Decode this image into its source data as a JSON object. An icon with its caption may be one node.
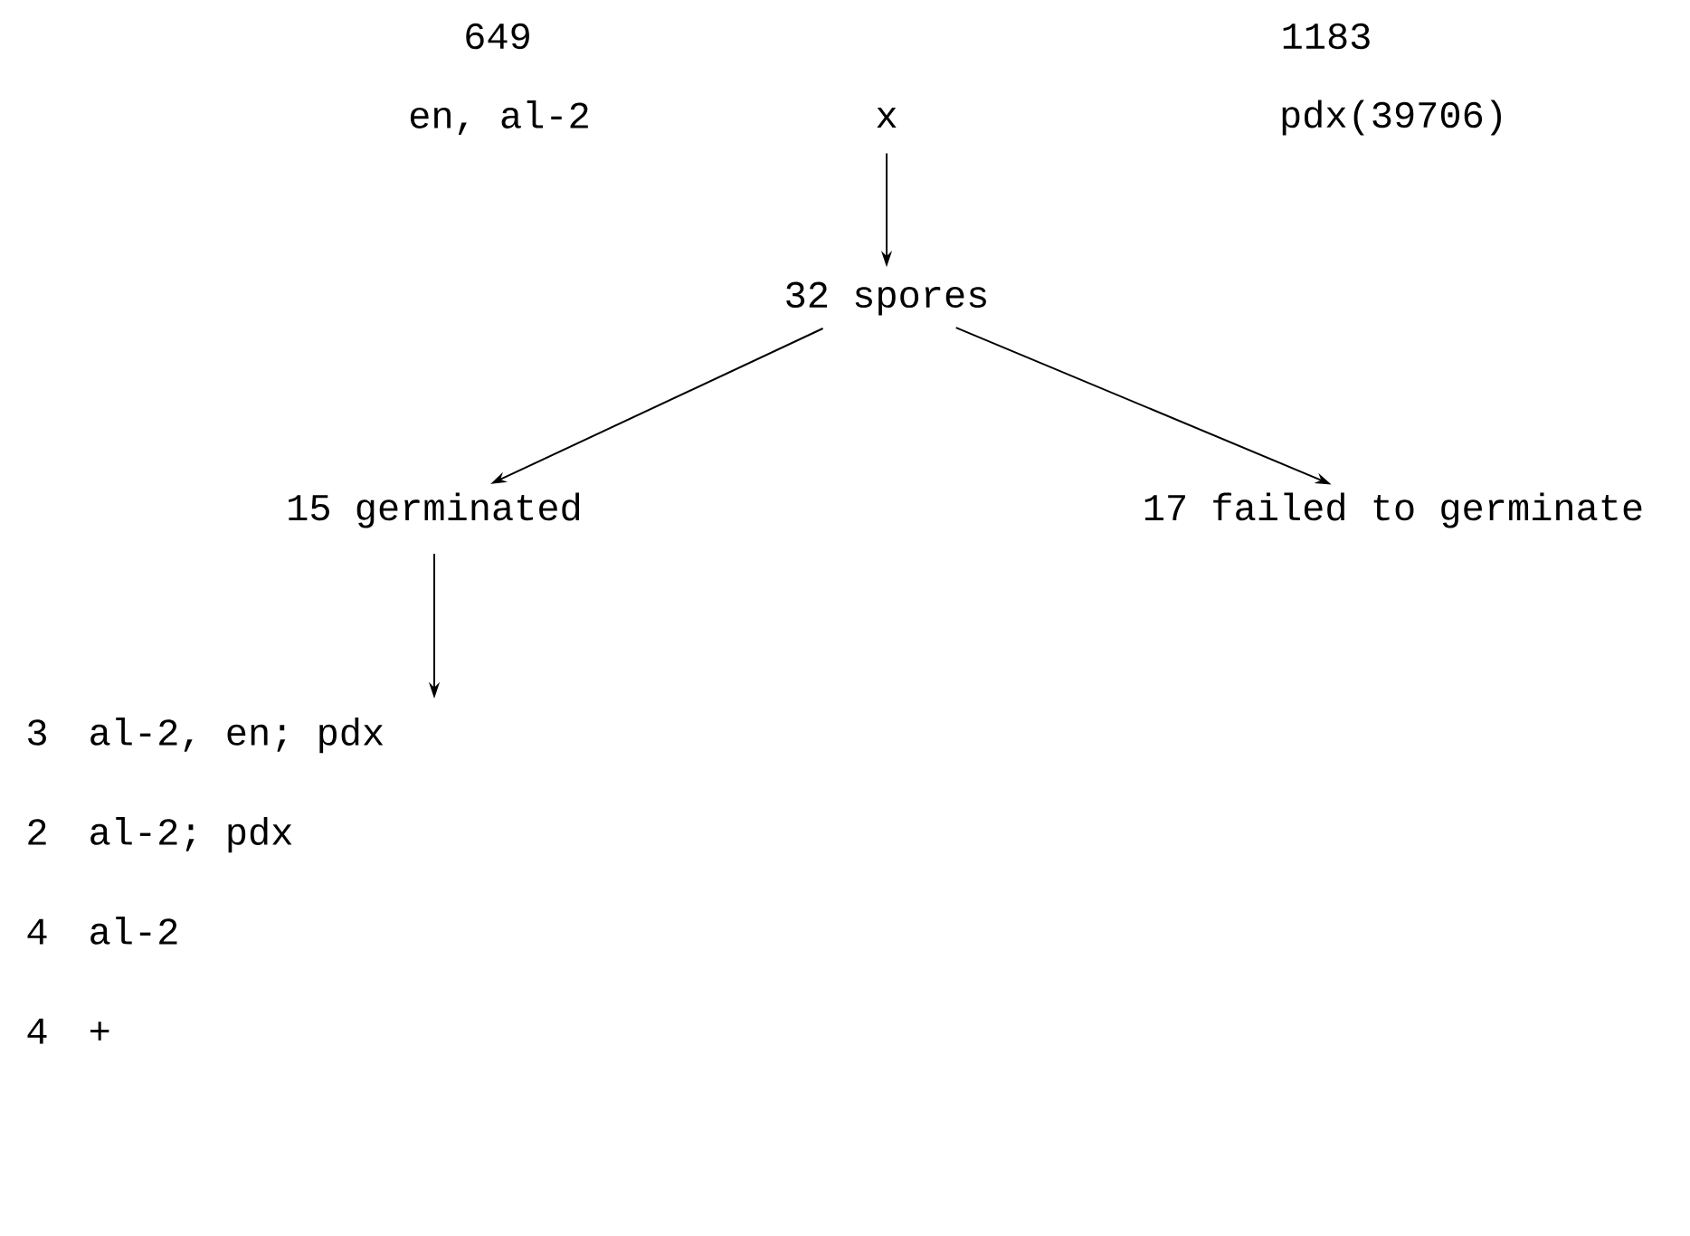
{
  "diagram": {
    "nodes": [
      {
        "text": [
          "en, al-2"
        ]
      },
      {
        "text": [
          "x"
        ]
      },
      {
        "text": [
          "pdx(39706)"
        ]
      },
      {
        "text": [
          "32 spores"
        ]
      },
      {
        "text": [
          "15 germinated"
        ]
      },
      {
        "text": [
          "17 failed to germinate"
        ]
      },
      {
        "text": [
          "3",
          "al-2, en; pdx",
          "2",
          "al-2; pdx",
          "4",
          "al-2",
          "4",
          "+"
        ]
      }
    ],
    "edges": [
      {
        "from": 1,
        "to": 3,
        "arrow": "to"
      },
      {
        "from": 3,
        "to": 4,
        "arrow": "to"
      },
      {
        "from": 3,
        "to": 5,
        "arrow": "to"
      },
      {
        "from": 4,
        "to": 6,
        "arrow": "to"
      }
    ],
    "labels": [
      "649",
      "1183"
    ]
  }
}
